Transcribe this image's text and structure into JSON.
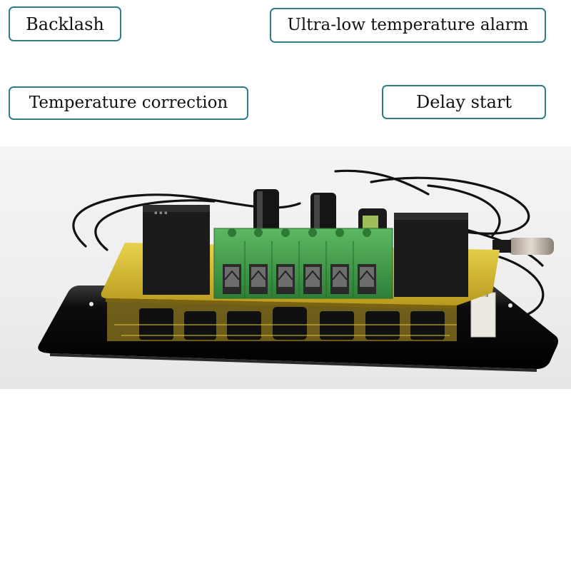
{
  "labels": {
    "backlash": "Backlash",
    "ultra_low_alarm": "Ultra-low temperature alarm",
    "temperature_correction": "Temperature correction",
    "delay_start": "Delay start"
  },
  "colors": {
    "label_border": "#2f7e87",
    "pcb": "#d9c23a",
    "terminal_block": "#3f9a48",
    "relay": "#1b1b1b",
    "acrylic_base": "#0a0a0a"
  },
  "photo": {
    "subject": "thermostat-controller-board",
    "terminal_count": 6,
    "relay_count": 2
  }
}
